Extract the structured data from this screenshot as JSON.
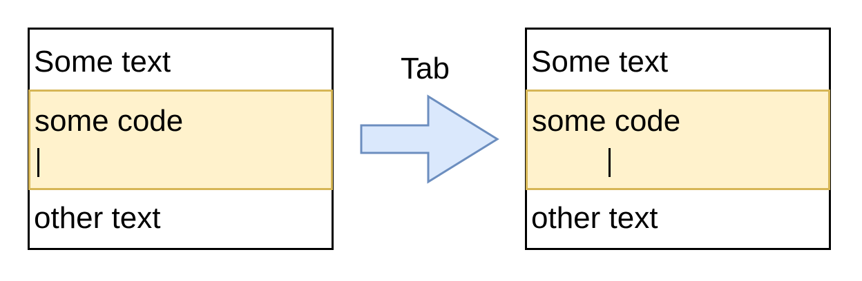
{
  "diagram": {
    "before": {
      "top_text": "Some text",
      "code_text": "some code",
      "bottom_text": "other text"
    },
    "after": {
      "top_text": "Some text",
      "code_text": "some code",
      "bottom_text": "other text"
    },
    "transition_label": "Tab",
    "colors": {
      "code_fill": "#fff2cc",
      "code_border": "#d6b656",
      "arrow_fill": "#dae8fc",
      "arrow_stroke": "#6c8ebf"
    }
  }
}
